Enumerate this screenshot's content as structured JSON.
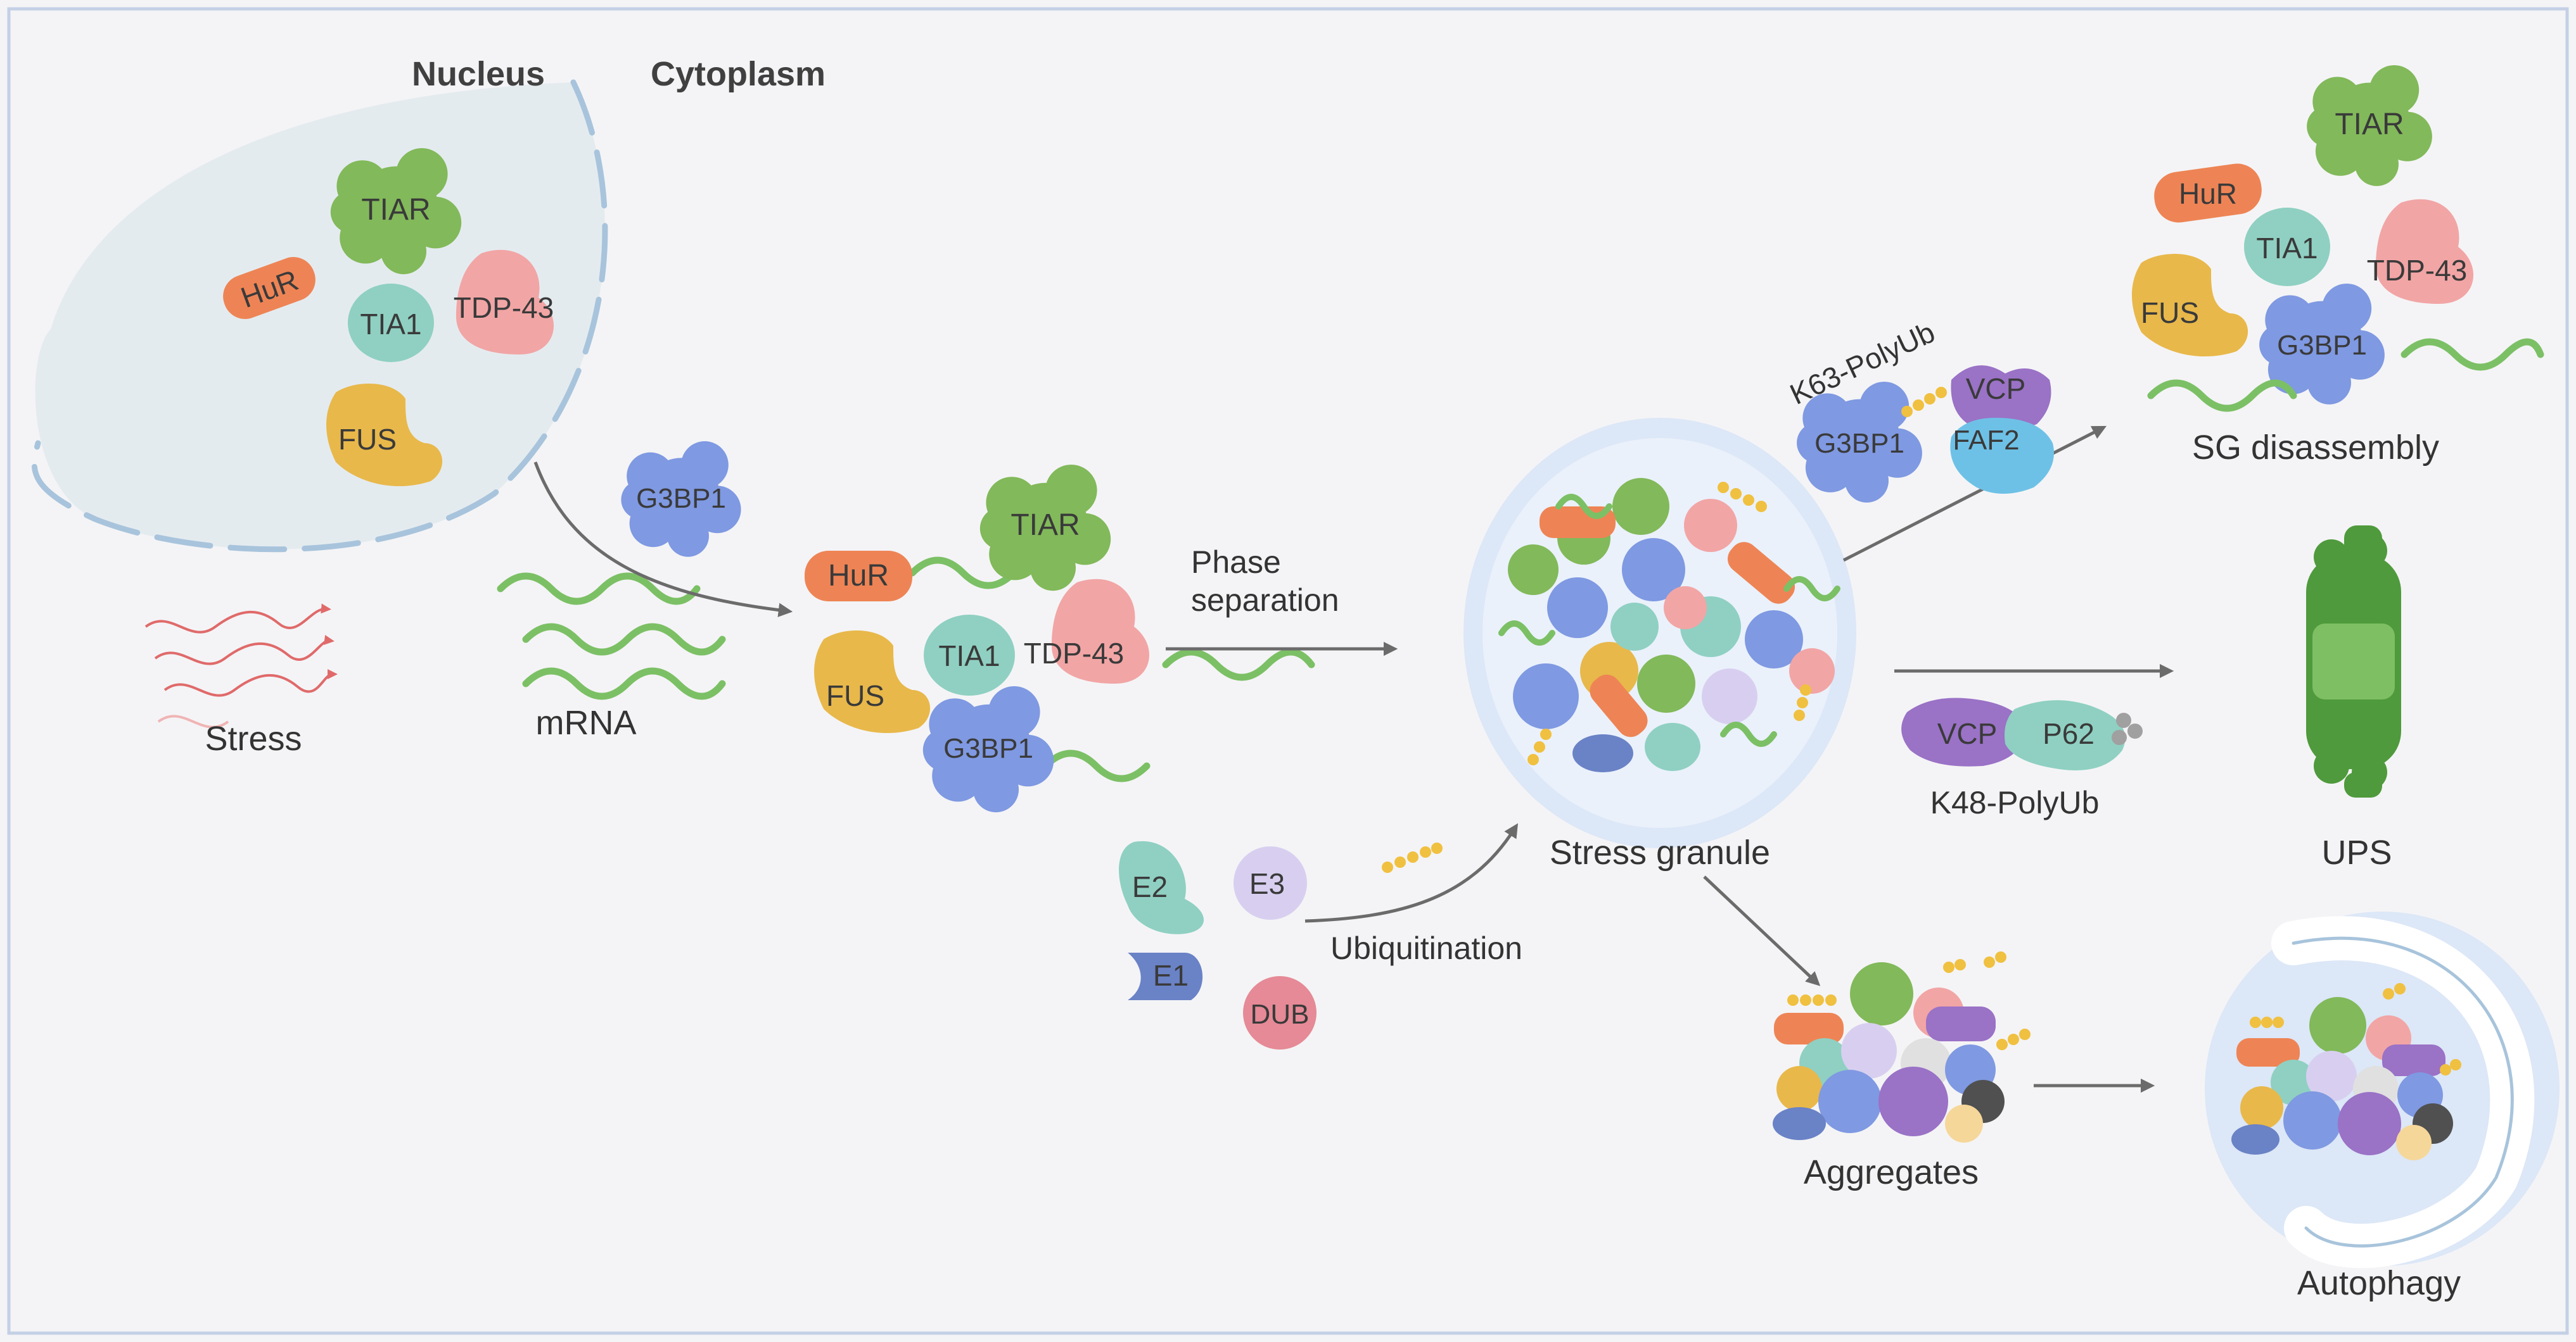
{
  "regions": {
    "nucleus": "Nucleus",
    "cytoplasm": "Cytoplasm"
  },
  "labels": {
    "stress": "Stress",
    "mrna": "mRNA",
    "phase_separation_line1": "Phase",
    "phase_separation_line2": "separation",
    "stress_granule": "Stress granule",
    "ubiquitination": "Ubiquitination",
    "k63": "K63-PolyUb",
    "k48": "K48-PolyUb",
    "sg_disassembly": "SG disassembly",
    "ups": "UPS",
    "aggregates": "Aggregates",
    "autophagy": "Autophagy"
  },
  "proteins": {
    "tiar": "TIAR",
    "hur": "HuR",
    "tia1": "TIA1",
    "tdp43": "TDP-43",
    "fus": "FUS",
    "g3bp1": "G3BP1",
    "vcp": "VCP",
    "faf2": "FAF2",
    "p62": "P62",
    "e1": "E1",
    "e2": "E2",
    "e3": "E3",
    "dub": "DUB"
  },
  "colors": {
    "background": "#f4f4f6",
    "frame": "#c4d0e4",
    "nucleus_fill": "#e4ebef",
    "nucleus_membrane": "#a8c4dc",
    "arrow": "#6b6b6b",
    "stress_arrow": "#e06a6a",
    "mrna": "#7cc065",
    "tiar": "#82b95a",
    "hur": "#ee8455",
    "tia1": "#8fd0c2",
    "tdp43": "#f2a5a5",
    "fus": "#e8b84a",
    "g3bp1": "#7f99e2",
    "vcp": "#9a72c6",
    "faf2": "#6ec1e6",
    "p62": "#8fd0c2",
    "e1": "#6a82c6",
    "e2": "#8fd0c2",
    "e3": "#d8cff0",
    "dub": "#e58a96",
    "ubiquitin": "#f0c040",
    "granule_halo": "#d6e4f6",
    "proteasome": "#4f9a3c"
  }
}
